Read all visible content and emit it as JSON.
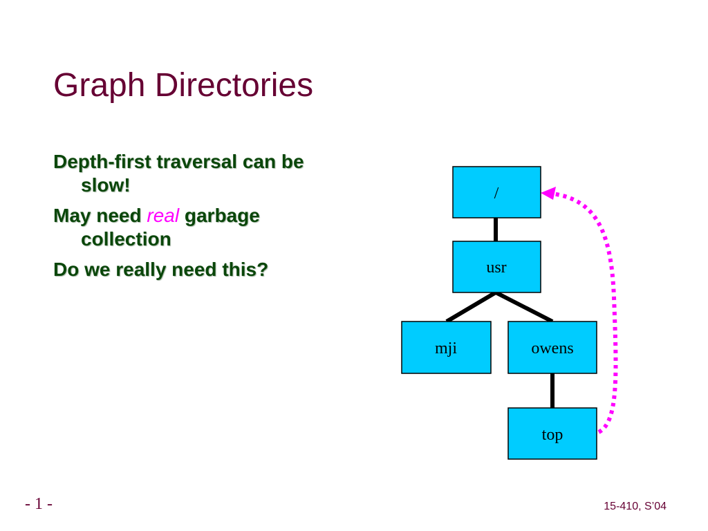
{
  "slide": {
    "title": "Graph Directories",
    "bullets": [
      {
        "before": "Depth-first traversal can be slow!",
        "emphasis": "",
        "after": ""
      },
      {
        "before": "May need ",
        "emphasis": "real",
        "after": " garbage collection"
      },
      {
        "before": "Do we really need this?",
        "emphasis": "",
        "after": ""
      }
    ],
    "page_number": "- 1 -",
    "course_tag": "15-410, S’04"
  },
  "diagram": {
    "nodes": [
      {
        "id": "root",
        "label": "/"
      },
      {
        "id": "usr",
        "label": "usr"
      },
      {
        "id": "mji",
        "label": "mji"
      },
      {
        "id": "owens",
        "label": "owens"
      },
      {
        "id": "top",
        "label": "top"
      }
    ],
    "edges": [
      {
        "from": "root",
        "to": "usr"
      },
      {
        "from": "usr",
        "to": "mji"
      },
      {
        "from": "usr",
        "to": "owens"
      },
      {
        "from": "owens",
        "to": "top"
      }
    ],
    "back_link": {
      "from": "top",
      "to": "root",
      "style": "dotted-arrow"
    },
    "colors": {
      "box_fill": "#00ccff",
      "edge": "#000000",
      "back_link": "#ff00ff",
      "text": "#000000"
    }
  }
}
